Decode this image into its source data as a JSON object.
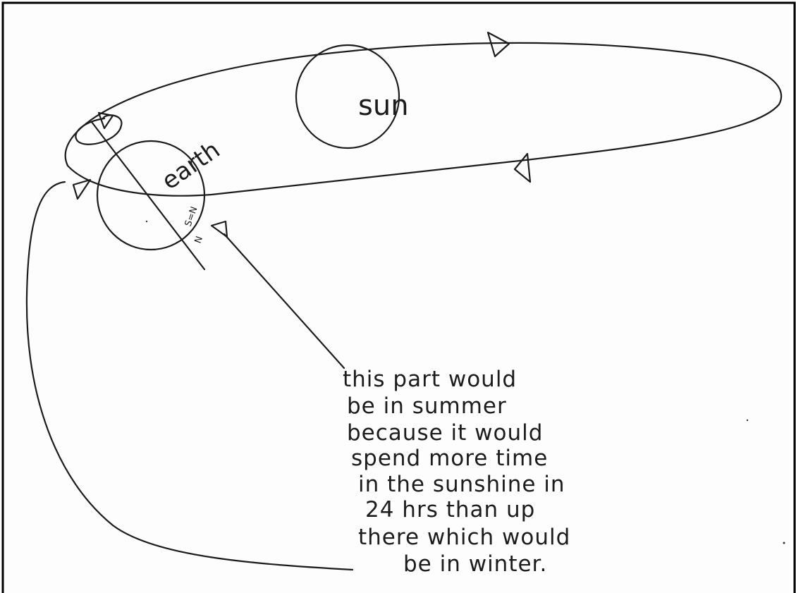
{
  "labels": {
    "sun": "sun",
    "earth": "earth",
    "axis_tick": "N",
    "axis_small_text": "S=N"
  },
  "note_lines": [
    "this part would",
    "be in summer",
    "because it would",
    "spend more time",
    "in the sunshine in",
    "24 hrs than up",
    "there which would",
    "be in winter."
  ],
  "colors": {
    "ink": "#1c1c1c",
    "paper": "#fdfdfd",
    "frame": "#000000"
  }
}
